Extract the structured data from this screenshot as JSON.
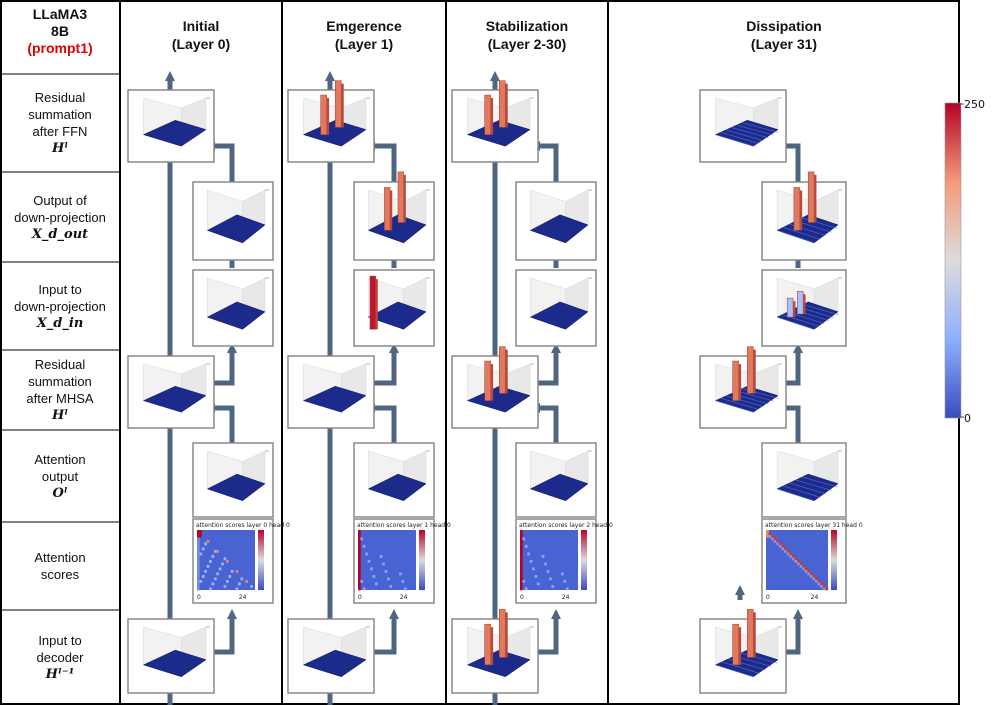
{
  "corner": {
    "line1": "LLaMA3",
    "line2": "8B",
    "line3": "(prompt1)"
  },
  "columns": [
    {
      "title": "Initial",
      "subtitle": "(Layer 0)"
    },
    {
      "title": "Emgerence",
      "subtitle": "(Layer 1)"
    },
    {
      "title": "Stabilization",
      "subtitle": "(Layer 2-30)"
    },
    {
      "title": "Dissipation",
      "subtitle": "(Layer 31)"
    }
  ],
  "rows": [
    {
      "lines": [
        "Residual",
        "summation",
        "after  FFN"
      ],
      "math": "Hˡ"
    },
    {
      "lines": [
        "Output of",
        "down-projection"
      ],
      "math": "X_d_out"
    },
    {
      "lines": [
        "Input to",
        "down-projection"
      ],
      "math": "X_d_in"
    },
    {
      "lines": [
        "Residual",
        "summation",
        "after  MHSA"
      ],
      "math": "Hˡ"
    },
    {
      "lines": [
        "Attention",
        "output"
      ],
      "math": "Oˡ"
    },
    {
      "lines": [
        "Attention",
        "scores"
      ],
      "math": ""
    },
    {
      "lines": [
        "Input to",
        "decoder"
      ],
      "math": "Hˡ⁻¹"
    }
  ],
  "attention_titles": [
    "attention scores layer 0 head 0",
    "attention scores layer 1 head 0",
    "attention scores layer 2 head 0",
    "attention scores layer 31 head 0"
  ],
  "attention_ticks": [
    "0",
    "24"
  ],
  "colorbar": {
    "max": "250",
    "min": "0"
  },
  "colors": {
    "arrow": "#4f6580",
    "panel_border": "#8a8a8a",
    "heat_low": "#3a4cc0",
    "heat_high": "#b40426",
    "floor": "#1c2a8c"
  }
}
